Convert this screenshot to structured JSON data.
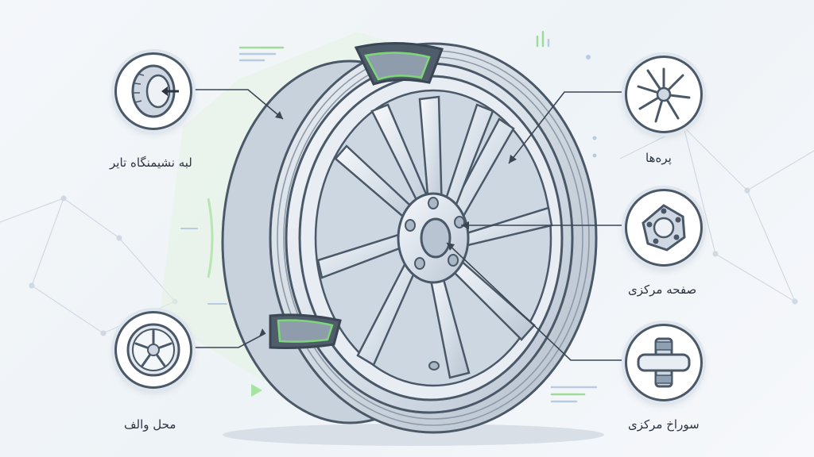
{
  "callouts": {
    "tire_bead": {
      "label": "لبه نشیمنگاه تایر",
      "icon": "tire-icon"
    },
    "valve": {
      "label": "محل والف",
      "icon": "small-wheel-icon"
    },
    "spokes": {
      "label": "پره‌ها",
      "icon": "spokes-icon"
    },
    "hub_plate": {
      "label": "صفحه مرکزی",
      "icon": "hub-plate-icon"
    },
    "center_bore": {
      "label": "سوراخ مرکزی",
      "icon": "center-bore-icon"
    }
  },
  "colors": {
    "outline": "#4a5868",
    "metal": "#dde5ee",
    "tire": "#cfd8e2",
    "accent_green": "#7fd67a",
    "leader": "#3b4654"
  }
}
